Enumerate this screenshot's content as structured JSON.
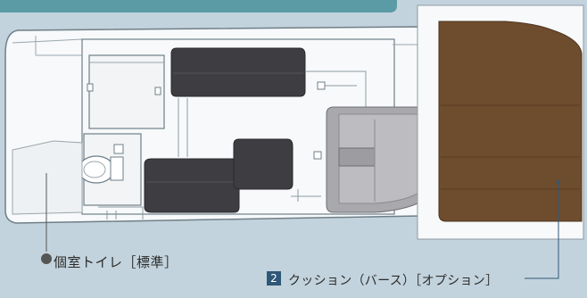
{
  "labels": {
    "toilet_label": "個室トイレ［標準］",
    "callout_number": "2",
    "cushion_label": "クッション（バース）［オプション］"
  },
  "colors": {
    "background": "#c3d3dd",
    "header_bar": "#5a9ba6",
    "hull_fill": "#f7f9fa",
    "outline": "#6f7f88",
    "cushion_dark": "#3e3e42",
    "wood_cushion": "#6e4c2e",
    "console_gray": "#a9a9ad",
    "badge": "#2f5878",
    "marker": "#555555"
  }
}
